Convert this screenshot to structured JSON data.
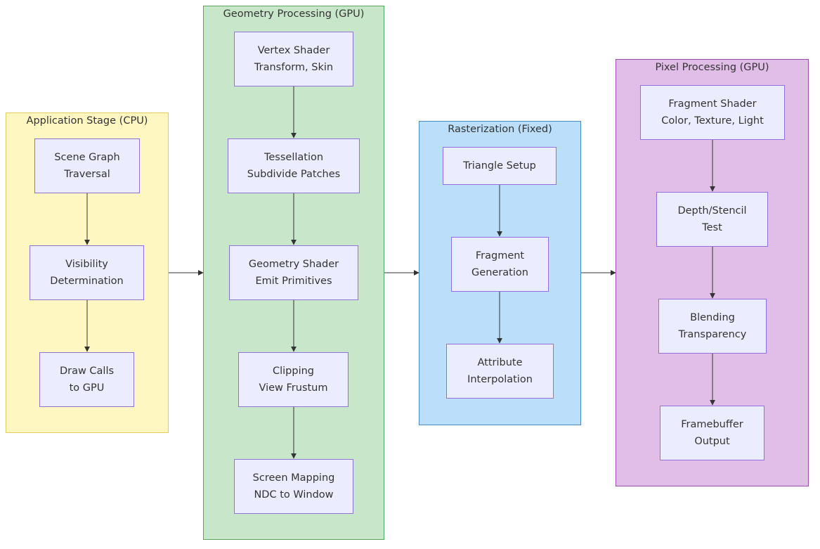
{
  "groups": {
    "application": {
      "title": "Application Stage (CPU)",
      "fill": "#FFF7C2",
      "stroke": "#E6CB5C",
      "nodes": [
        [
          "Scene Graph",
          "Traversal"
        ],
        [
          "Visibility",
          "Determination"
        ],
        [
          "Draw Calls",
          "to GPU"
        ]
      ]
    },
    "geometry": {
      "title": "Geometry Processing (GPU)",
      "fill": "#C8E6C9",
      "stroke": "#5BA55F",
      "nodes": [
        [
          "Vertex Shader",
          "Transform, Skin"
        ],
        [
          "Tessellation",
          "Subdivide Patches"
        ],
        [
          "Geometry Shader",
          "Emit Primitives"
        ],
        [
          "Clipping",
          "View Frustum"
        ],
        [
          "Screen Mapping",
          "NDC to Window"
        ]
      ]
    },
    "rasterization": {
      "title": "Rasterization (Fixed)",
      "fill": "#BBDEFB",
      "stroke": "#4A8CC7",
      "nodes": [
        [
          "Triangle Setup"
        ],
        [
          "Fragment",
          "Generation"
        ],
        [
          "Attribute",
          "Interpolation"
        ]
      ]
    },
    "pixel": {
      "title": "Pixel Processing (GPU)",
      "fill": "#E1BEE7",
      "stroke": "#9C4FAA",
      "nodes": [
        [
          "Fragment Shader",
          "Color, Texture, Light"
        ],
        [
          "Depth/Stencil",
          "Test"
        ],
        [
          "Blending",
          "Transparency"
        ],
        [
          "Framebuffer",
          "Output"
        ]
      ]
    }
  },
  "colors": {
    "node_fill": "#ECECFF",
    "node_stroke": "#9370DB",
    "edge": "#333333",
    "text": "#333333"
  }
}
